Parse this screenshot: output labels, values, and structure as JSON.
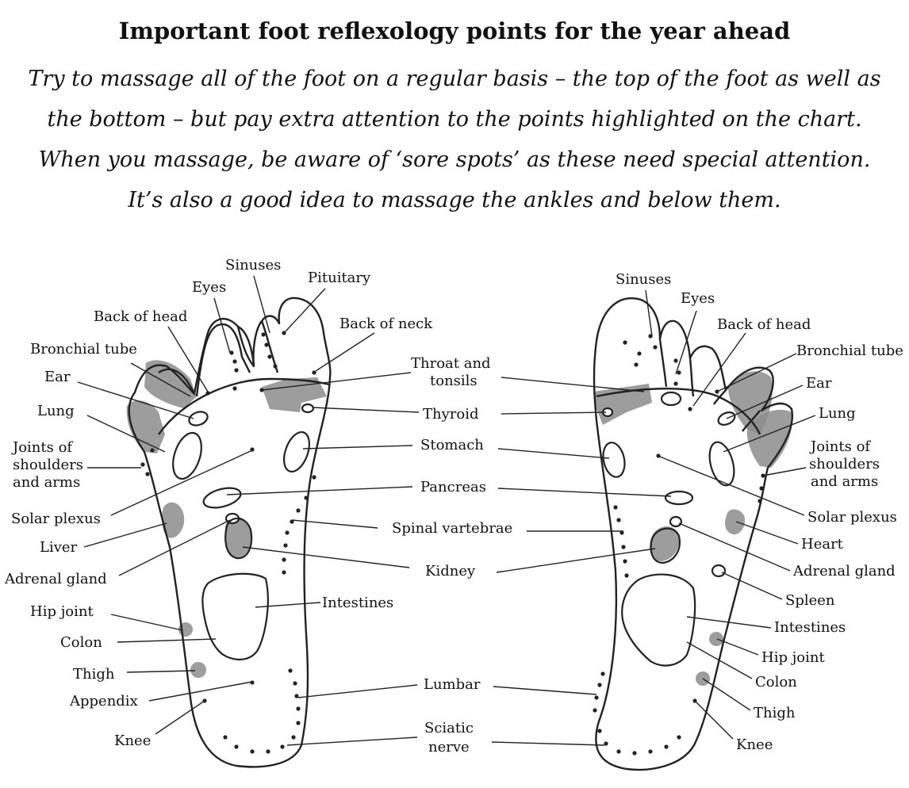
{
  "title": "Important foot reflexology points for the year ahead",
  "intro_lines": [
    "Try to massage all of the foot on a regular basis – the top of the foot as well as",
    "the bottom – but pay extra attention to the points highlighted on the chart.",
    "When you massage, be aware of ‘sore spots’ as these need special attention.",
    "It’s also a good idea to massage the ankles and below them."
  ],
  "left_foot": {
    "labels": {
      "sinuses": "Sinuses",
      "eyes": "Eyes",
      "pituitary": "Pituitary",
      "back_of_head": "Back of head",
      "back_of_neck": "Back of neck",
      "bronchial_tube": "Bronchial tube",
      "ear": "Ear",
      "lung": "Lung",
      "joints_1": "Joints of",
      "joints_2": "shoulders",
      "joints_3": "and arms",
      "solar_plexus": "Solar plexus",
      "liver": "Liver",
      "adrenal_gland": "Adrenal gland",
      "hip_joint": "Hip joint",
      "colon": "Colon",
      "thigh": "Thigh",
      "appendix": "Appendix",
      "knee": "Knee"
    }
  },
  "center_labels": {
    "throat_1": "Throat and",
    "throat_2": "tonsils",
    "thyroid": "Thyroid",
    "stomach": "Stomach",
    "pancreas": "Pancreas",
    "spinal": "Spinal vartebrae",
    "kidney": "Kidney",
    "intestines": "Intestines",
    "lumbar": "Lumbar",
    "sciatic_1": "Sciatic",
    "sciatic_2": "nerve"
  },
  "right_foot": {
    "labels": {
      "sinuses": "Sinuses",
      "eyes": "Eyes",
      "back_of_head": "Back of head",
      "bronchial_tube": "Bronchial tube",
      "ear": "Ear",
      "lung": "Lung",
      "joints_1": "Joints of",
      "joints_2": "shoulders",
      "joints_3": "and arms",
      "solar_plexus": "Solar plexus",
      "heart": "Heart",
      "adrenal_gland": "Adrenal gland",
      "spleen": "Spleen",
      "intestines": "Intestines",
      "hip_joint": "Hip joint",
      "colon": "Colon",
      "thigh": "Thigh",
      "knee": "Knee"
    }
  }
}
